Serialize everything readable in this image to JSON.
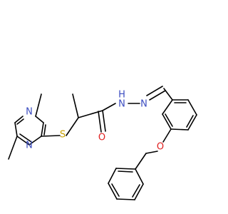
{
  "molecule": {
    "atoms": {
      "N1": "N",
      "N2": "N",
      "S": "S",
      "O_carbonyl": "O",
      "NH": "N",
      "H": "H",
      "N_imine": "N",
      "O_ether": "O"
    }
  },
  "colors": {
    "N": "#3b4cc0",
    "S": "#c8a000",
    "O": "#e02020",
    "bond": "#000000"
  }
}
